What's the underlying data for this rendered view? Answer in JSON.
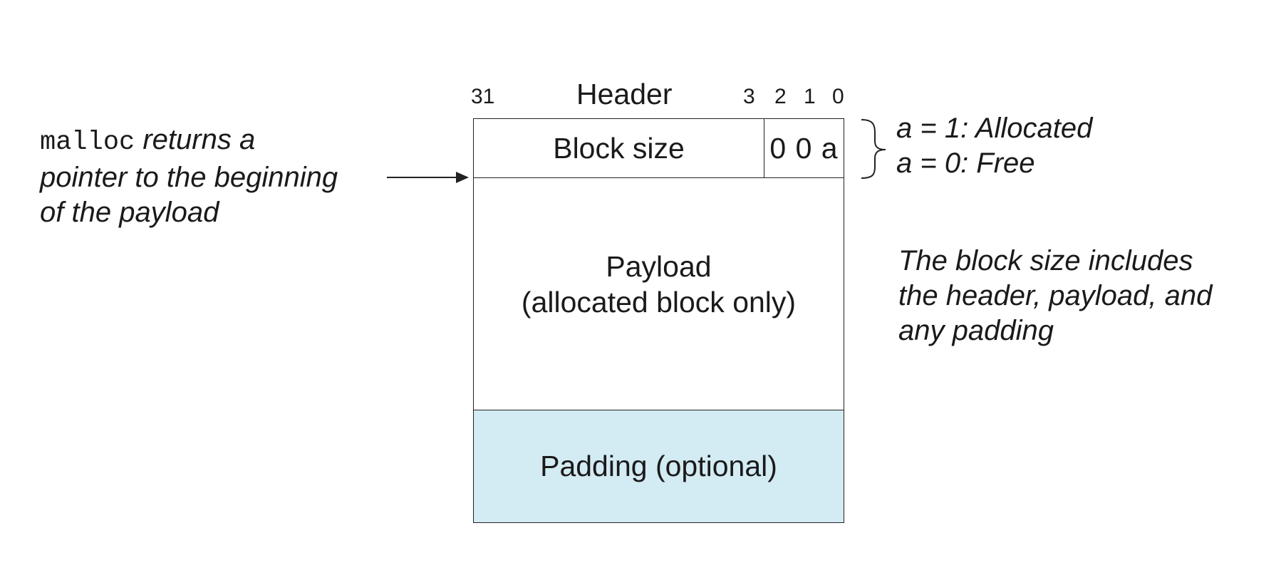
{
  "header": {
    "title": "Header",
    "bits": {
      "b31": "31",
      "b3": "3",
      "b2": "2",
      "b1": "1",
      "b0": "0"
    }
  },
  "block": {
    "size_label": "Block size",
    "flag_bits": "0 0 a",
    "payload_line1": "Payload",
    "payload_line2": "(allocated block only)",
    "padding_label": "Padding (optional)"
  },
  "notes": {
    "malloc_code": "malloc",
    "malloc_line1_rest": " returns a",
    "malloc_line2": "pointer to the beginning",
    "malloc_line3": "of the payload",
    "flag_line1": "a = 1: Allocated",
    "flag_line2": "a = 0: Free",
    "size_line1": "The block size includes",
    "size_line2": "the header, payload, and",
    "size_line3": "any padding"
  },
  "colors": {
    "padding_fill": "#d3ebf3",
    "line": "#222222"
  }
}
